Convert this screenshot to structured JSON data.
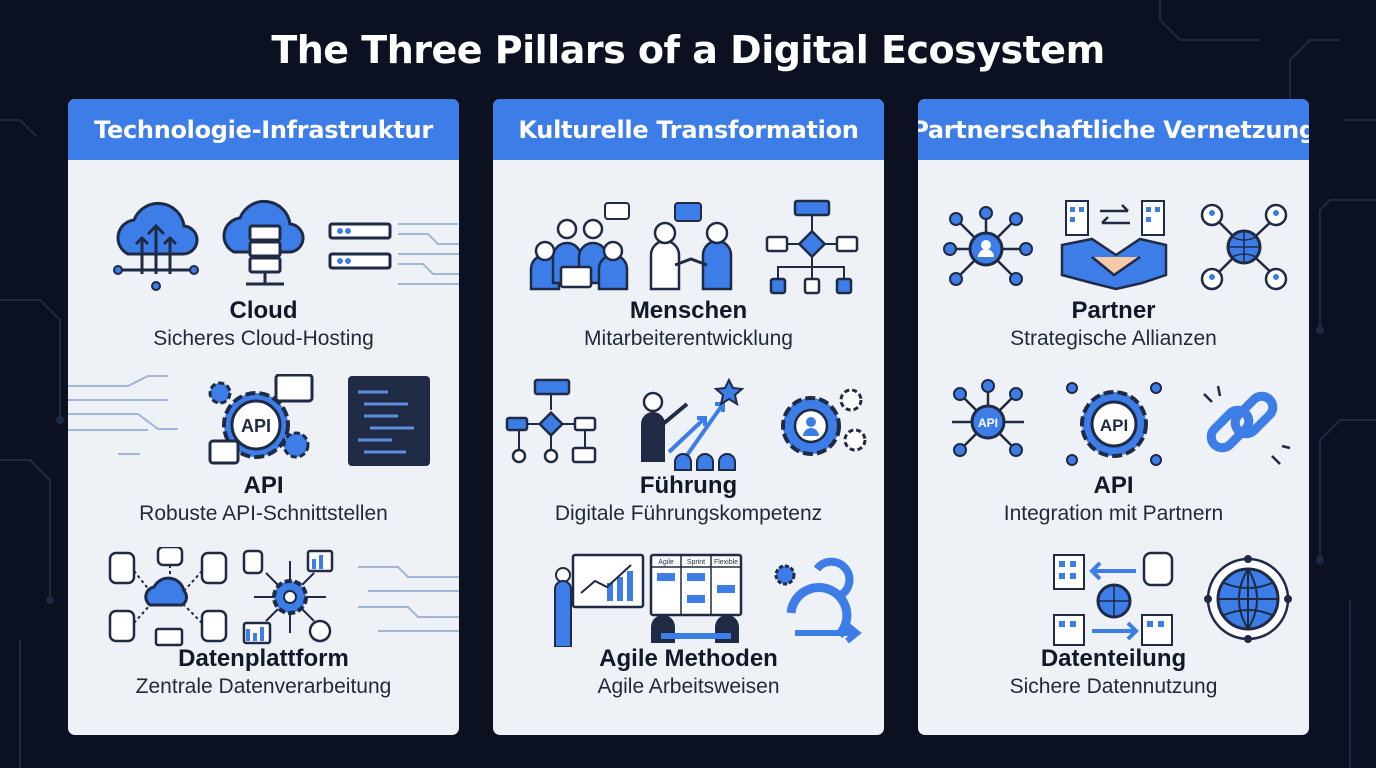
{
  "title": "The Three Pillars of a Digital Ecosystem",
  "colors": {
    "accent": "#3d7de8",
    "dark": "#1f2a44",
    "background": "#0b1120",
    "panel": "#eef1f6"
  },
  "pillars": [
    {
      "header": "Technologie-Infrastruktur",
      "items": [
        {
          "name": "Cloud",
          "desc": "Sicheres Cloud-Hosting",
          "icons": [
            "cloud-upload-icon",
            "cloud-server-icon",
            "server-rack-icon"
          ]
        },
        {
          "name": "API",
          "desc": "Robuste API-Schnittstellen",
          "icons": [
            "circuit-lines-icon",
            "api-gear-icon",
            "code-window-icon"
          ],
          "api_label": "API"
        },
        {
          "name": "Datenplattform",
          "desc": "Zentrale Datenverarbeitung",
          "icons": [
            "data-hub-icon",
            "data-gear-icon",
            "circuit-lines-icon"
          ]
        }
      ]
    },
    {
      "header": "Kulturelle Transformation",
      "items": [
        {
          "name": "Menschen",
          "desc": "Mitarbeiterentwicklung",
          "icons": [
            "team-group-icon",
            "handshake-people-icon",
            "flowchart-icon"
          ]
        },
        {
          "name": "Führung",
          "desc": "Digitale Führungskompetenz",
          "icons": [
            "flowchart-icon",
            "leader-presenting-icon",
            "gears-person-icon"
          ]
        },
        {
          "name": "Agile Methoden",
          "desc": "Agile Arbeitsweisen",
          "icons": [
            "presenter-chart-icon",
            "kanban-board-icon",
            "agile-cycle-icon"
          ],
          "kanban_labels": [
            "Agile",
            "Sprint",
            "Flexible"
          ]
        }
      ]
    },
    {
      "header": "Partnerschaftliche Vernetzung",
      "items": [
        {
          "name": "Partner",
          "desc": "Strategische Allianzen",
          "icons": [
            "network-node-icon",
            "handshake-buildings-icon",
            "globe-network-icon"
          ]
        },
        {
          "name": "API",
          "desc": "Integration mit Partnern",
          "icons": [
            "api-network-icon",
            "api-gear-icon",
            "chain-link-icon"
          ],
          "api_label": "API"
        },
        {
          "name": "Datenteilung",
          "desc": "Sichere Datennutzung",
          "icons": [
            "data-exchange-icon",
            "globe-icon"
          ]
        }
      ]
    }
  ]
}
